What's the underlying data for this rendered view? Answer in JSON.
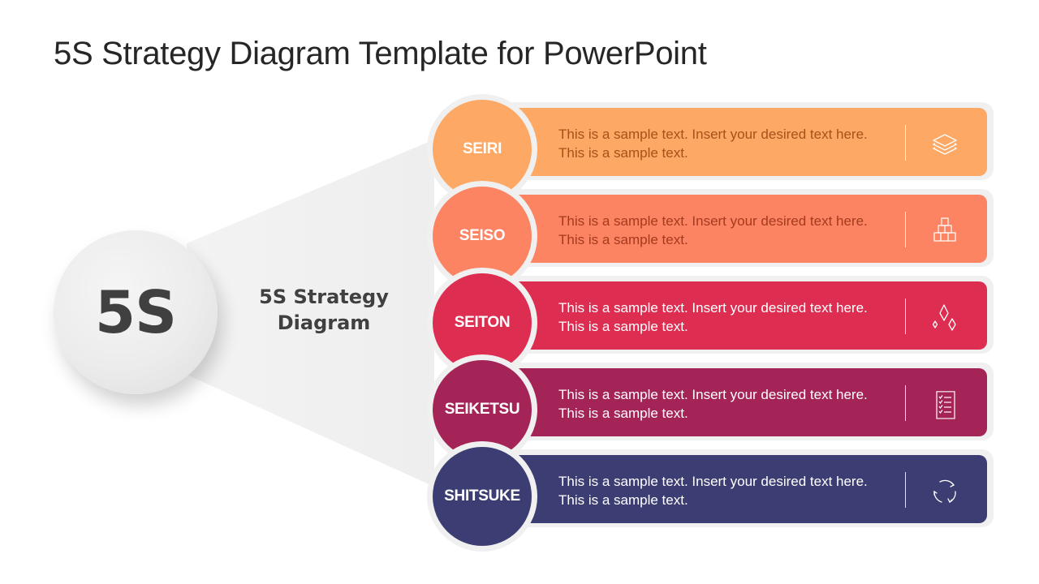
{
  "slide": {
    "title": "5S Strategy Diagram Template for PowerPoint",
    "hub": {
      "label": "5S"
    },
    "sublabel": {
      "line1": "5S Strategy",
      "line2": "Diagram"
    }
  },
  "items": [
    {
      "label": "SEIRI",
      "text": "This is a sample text. Insert your desired text here. This is a sample text.",
      "color": "#FDA864",
      "text_color": "#A9501A",
      "icon": "layers-icon"
    },
    {
      "label": "SEISO",
      "text": "This is a sample text. Insert your desired text here. This is a sample text.",
      "color": "#FD8462",
      "text_color": "#A43A1E",
      "icon": "boxes-stack-icon"
    },
    {
      "label": "SEITON",
      "text": "This is a sample text. Insert your desired text here. This is a sample text.",
      "color": "#DD2E52",
      "text_color": "#FFFFFF",
      "icon": "sparkles-icon"
    },
    {
      "label": "SEIKETSU",
      "text": "This is a sample text. Insert your desired text here. This is a sample text.",
      "color": "#A52458",
      "text_color": "#FFFFFF",
      "icon": "checklist-icon"
    },
    {
      "label": "SHITSUKE",
      "text": "This is a sample text. Insert your desired text here. This is a sample text.",
      "color": "#3C3E73",
      "text_color": "#FFFFFF",
      "icon": "refresh-cycle-icon"
    }
  ],
  "colors": {
    "beam": "#f1f1f1",
    "outline": "#f0f0f0",
    "title": "#262626",
    "hub_text": "#404040"
  }
}
